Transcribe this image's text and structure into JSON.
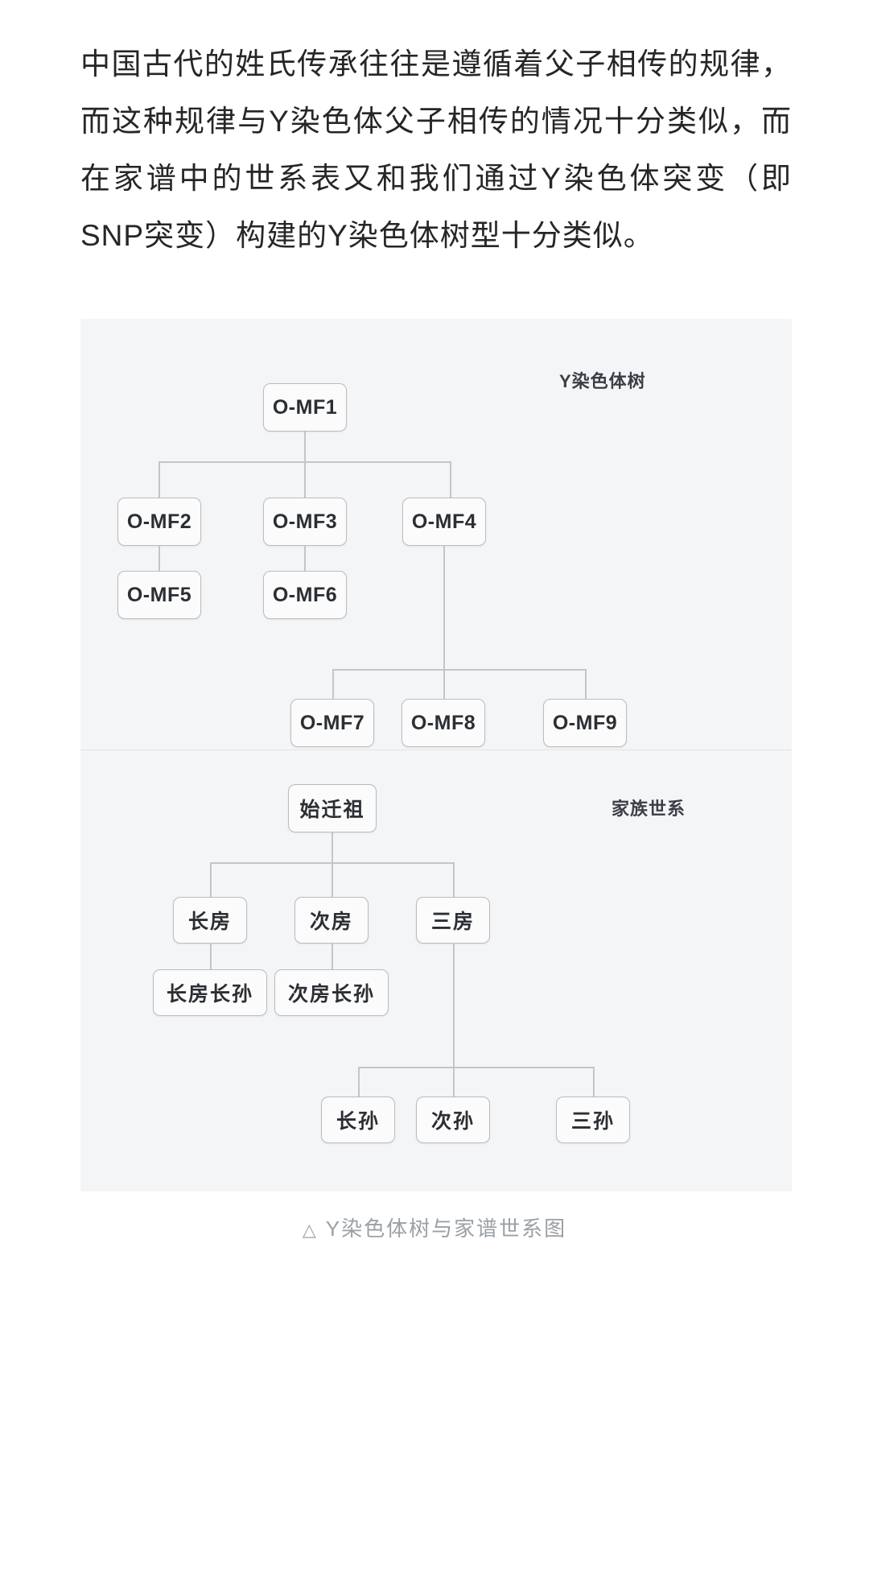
{
  "article": {
    "paragraph": "中国古代的姓氏传承往往是遵循着父子相传的规律，而这种规律与Y染色体父子相传的情况十分类似，而在家谱中的世系表又和我们通过Y染色体突变（即SNP突变）构建的Y染色体树型十分类似。"
  },
  "figure": {
    "caption_marker": "△",
    "caption_text": "Y染色体树与家谱世系图",
    "background_color": "#f4f5f7",
    "node_border_color": "#b9bcc1",
    "connector_color": "#c2c5ca",
    "panels": [
      {
        "id": "y-chromosome-tree",
        "title": "Y染色体树",
        "nodes": [
          {
            "id": "n1",
            "label": "O-MF1"
          },
          {
            "id": "n2",
            "label": "O-MF2"
          },
          {
            "id": "n3",
            "label": "O-MF3"
          },
          {
            "id": "n4",
            "label": "O-MF4"
          },
          {
            "id": "n5",
            "label": "O-MF5"
          },
          {
            "id": "n6",
            "label": "O-MF6"
          },
          {
            "id": "n7",
            "label": "O-MF7"
          },
          {
            "id": "n8",
            "label": "O-MF8"
          },
          {
            "id": "n9",
            "label": "O-MF9"
          }
        ],
        "edges": [
          {
            "from": "O-MF1",
            "to": "O-MF2"
          },
          {
            "from": "O-MF1",
            "to": "O-MF3"
          },
          {
            "from": "O-MF1",
            "to": "O-MF4"
          },
          {
            "from": "O-MF2",
            "to": "O-MF5"
          },
          {
            "from": "O-MF3",
            "to": "O-MF6"
          },
          {
            "from": "O-MF4",
            "to": "O-MF7"
          },
          {
            "from": "O-MF4",
            "to": "O-MF8"
          },
          {
            "from": "O-MF4",
            "to": "O-MF9"
          }
        ]
      },
      {
        "id": "family-lineage",
        "title": "家族世系",
        "nodes": [
          {
            "id": "f1",
            "label": "始迁祖"
          },
          {
            "id": "f2",
            "label": "长房"
          },
          {
            "id": "f3",
            "label": "次房"
          },
          {
            "id": "f4",
            "label": "三房"
          },
          {
            "id": "f5",
            "label": "长房长孙"
          },
          {
            "id": "f6",
            "label": "次房长孙"
          },
          {
            "id": "f7",
            "label": "长孙"
          },
          {
            "id": "f8",
            "label": "次孙"
          },
          {
            "id": "f9",
            "label": "三孙"
          }
        ],
        "edges": [
          {
            "from": "始迁祖",
            "to": "长房"
          },
          {
            "from": "始迁祖",
            "to": "次房"
          },
          {
            "from": "始迁祖",
            "to": "三房"
          },
          {
            "from": "长房",
            "to": "长房长孙"
          },
          {
            "from": "次房",
            "to": "次房长孙"
          },
          {
            "from": "三房",
            "to": "长孙"
          },
          {
            "from": "三房",
            "to": "次孙"
          },
          {
            "from": "三房",
            "to": "三孙"
          }
        ]
      }
    ]
  }
}
